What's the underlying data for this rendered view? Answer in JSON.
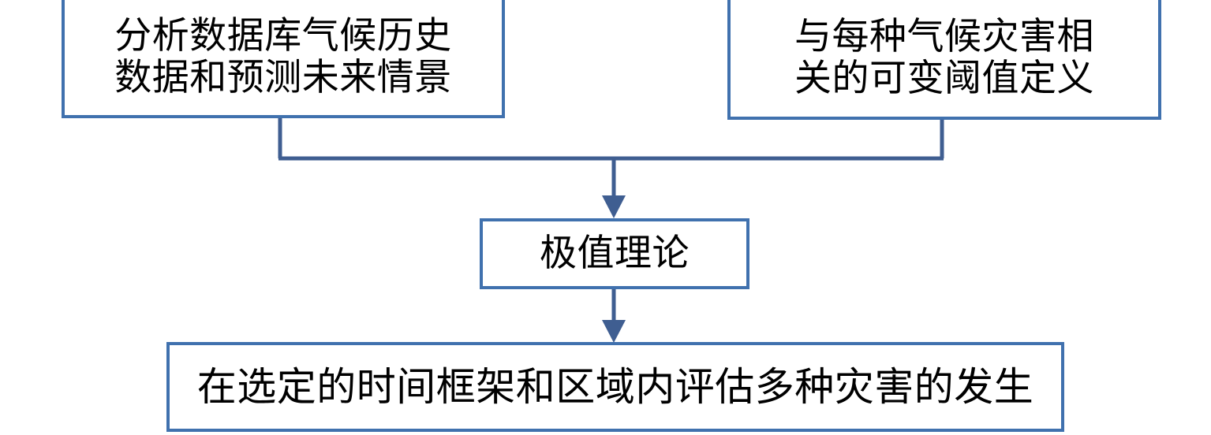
{
  "diagram": {
    "type": "flowchart",
    "orientation": "top-to-bottom",
    "accent_color": "#4071AE",
    "connector_color": "#3F5E91",
    "background_color": "#FFFFFF",
    "text_color": "#000000",
    "nodes": [
      {
        "id": "analyze",
        "label": "分析数据库气候历史\n数据和预测未来情景",
        "shape": "rectangle",
        "row": 1
      },
      {
        "id": "threshold",
        "label": "与每种气候灾害相\n关的可变阈值定义",
        "shape": "rectangle",
        "row": 1
      },
      {
        "id": "evt",
        "label": "极值理论",
        "shape": "rectangle",
        "row": 2
      },
      {
        "id": "assess",
        "label": "在选定的时间框架和区域内评估多种灾害的发生",
        "shape": "rectangle",
        "row": 3
      }
    ],
    "edges": [
      {
        "id": "edge-analyze-evt",
        "from": "analyze",
        "to": "evt",
        "style": "elbow-merge",
        "arrowhead": "solid-triangle"
      },
      {
        "id": "edge-threshold-evt",
        "from": "threshold",
        "to": "evt",
        "style": "elbow-merge",
        "arrowhead": "solid-triangle"
      },
      {
        "id": "edge-evt-assess",
        "from": "evt",
        "to": "assess",
        "style": "straight",
        "arrowhead": "solid-triangle"
      }
    ]
  }
}
